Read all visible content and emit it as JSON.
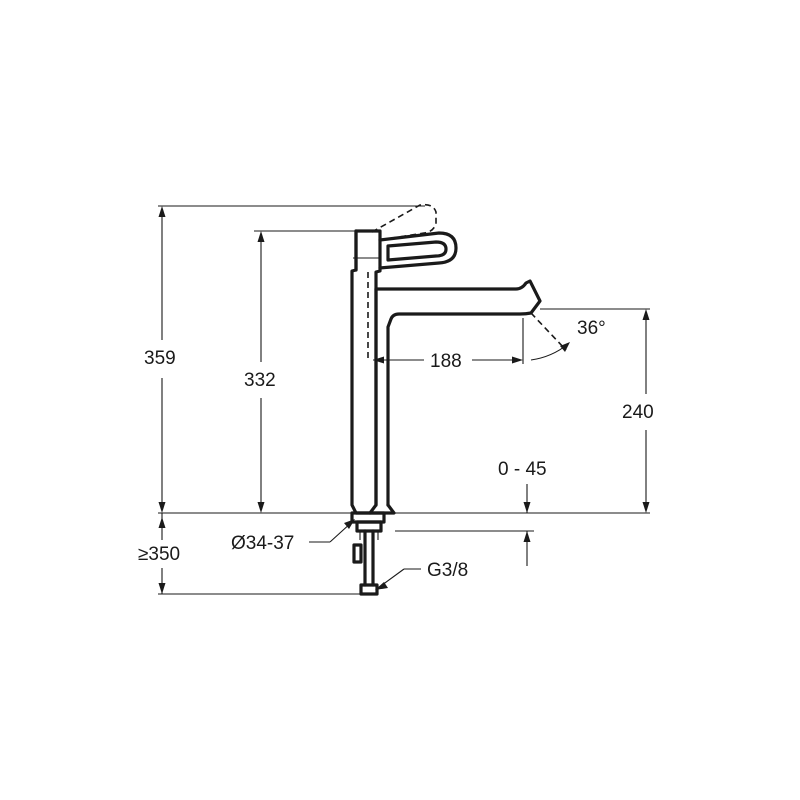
{
  "dimensions": {
    "total_height": "359",
    "body_height": "332",
    "spout_reach": "188",
    "spout_angle": "36°",
    "spout_height": "240",
    "deck_thickness": "0 - 45",
    "hole_diameter": "Ø34-37",
    "hose_length": "≥350",
    "connection_thread": "G3/8"
  },
  "colors": {
    "line": "#1a1a1a",
    "background": "#ffffff"
  }
}
